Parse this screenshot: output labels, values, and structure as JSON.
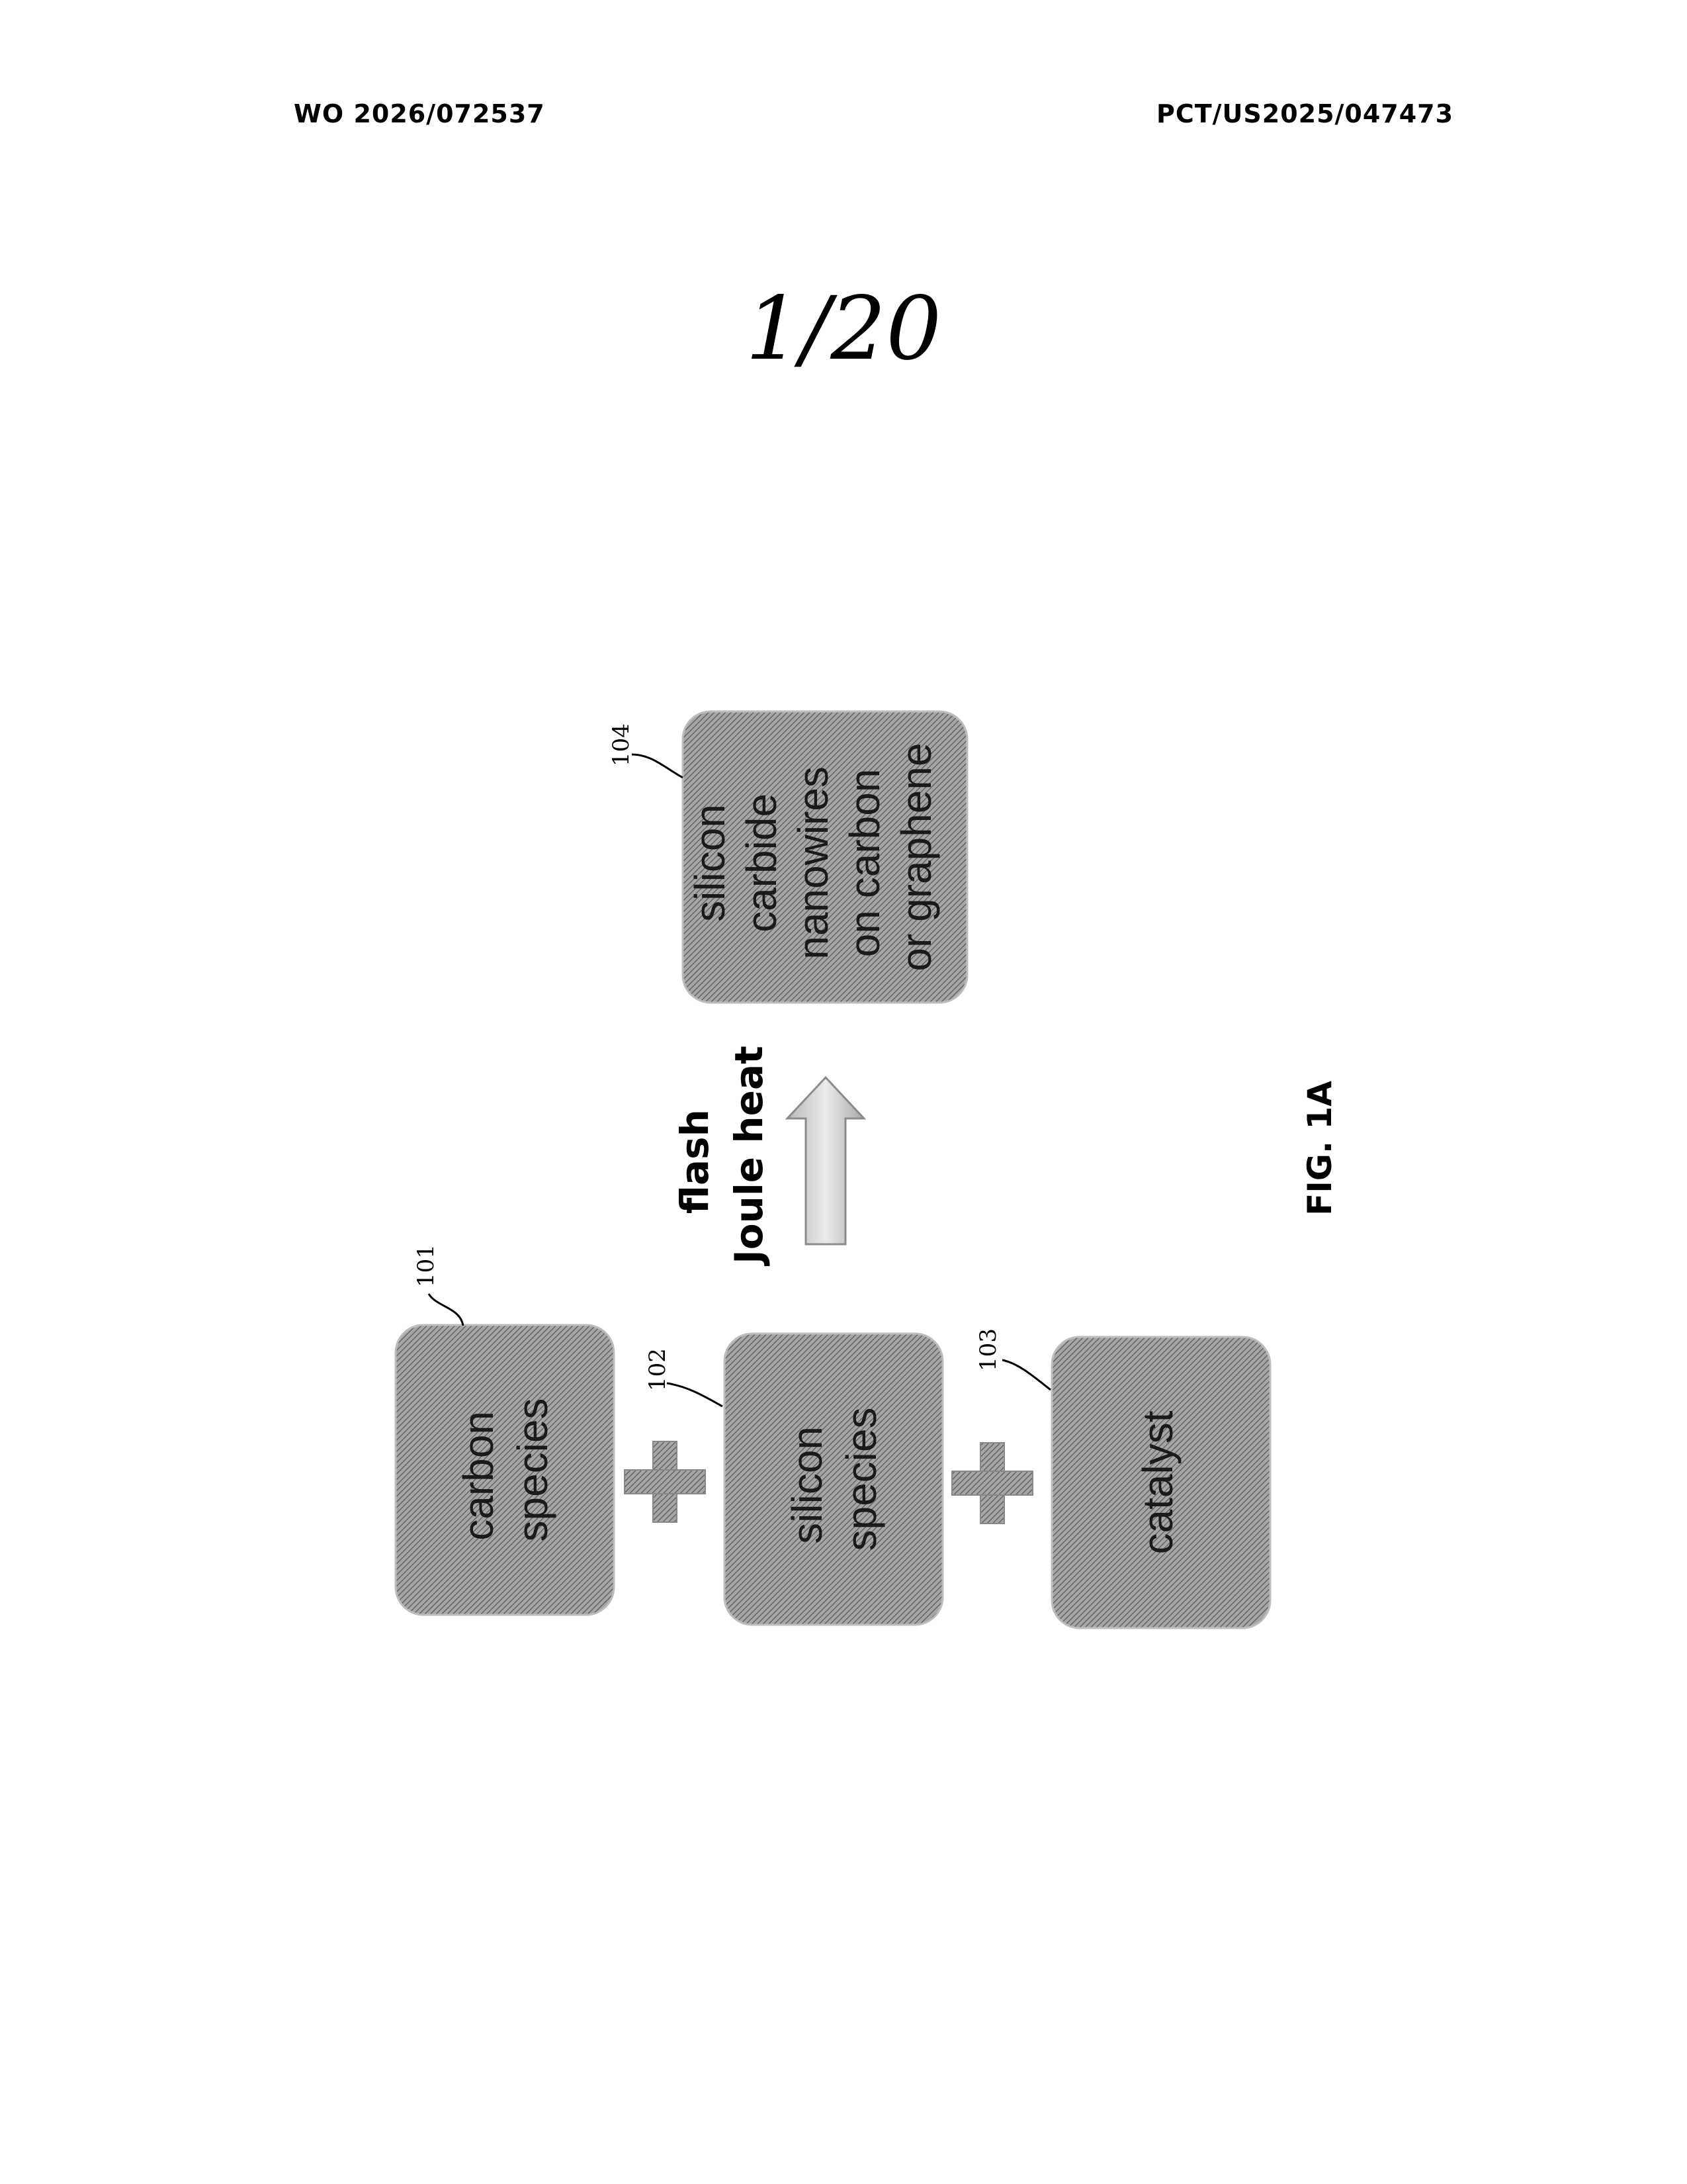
{
  "header": {
    "publication_number": "WO 2026/072537",
    "application_number": "PCT/US2025/047473"
  },
  "sheet_number": "1/20",
  "figure_label": "FIG. 1A",
  "diagram": {
    "boxes": [
      {
        "id": "101",
        "lines": [
          "carbon",
          "species"
        ]
      },
      {
        "id": "102",
        "lines": [
          "silicon",
          "species"
        ]
      },
      {
        "id": "103",
        "lines": [
          "catalyst"
        ]
      },
      {
        "id": "104",
        "lines": [
          "silicon",
          "carbide",
          "nanowires",
          "on carbon",
          "or graphene"
        ]
      }
    ],
    "process_label": [
      "flash",
      "Joule heat"
    ],
    "operator_symbol": "plus-icon"
  }
}
